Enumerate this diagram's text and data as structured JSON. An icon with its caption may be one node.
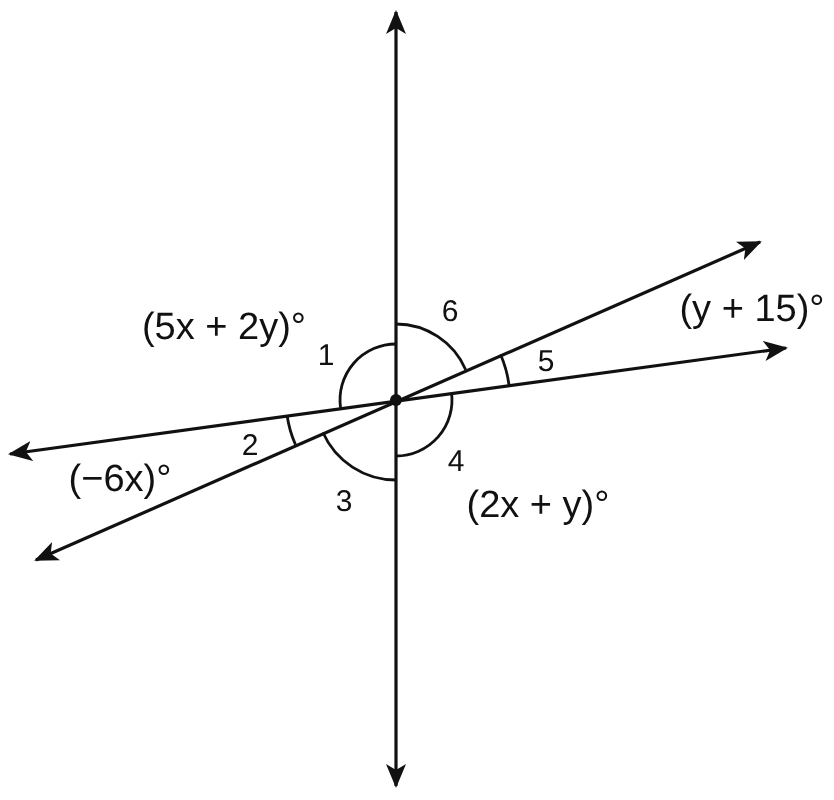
{
  "diagram": {
    "labels": [
      "6",
      "(y + 15)°",
      "(5x + 2y)°",
      "1",
      "5",
      "2",
      "4",
      "(−6x)°",
      "3",
      "(2x + y)°"
    ]
  }
}
